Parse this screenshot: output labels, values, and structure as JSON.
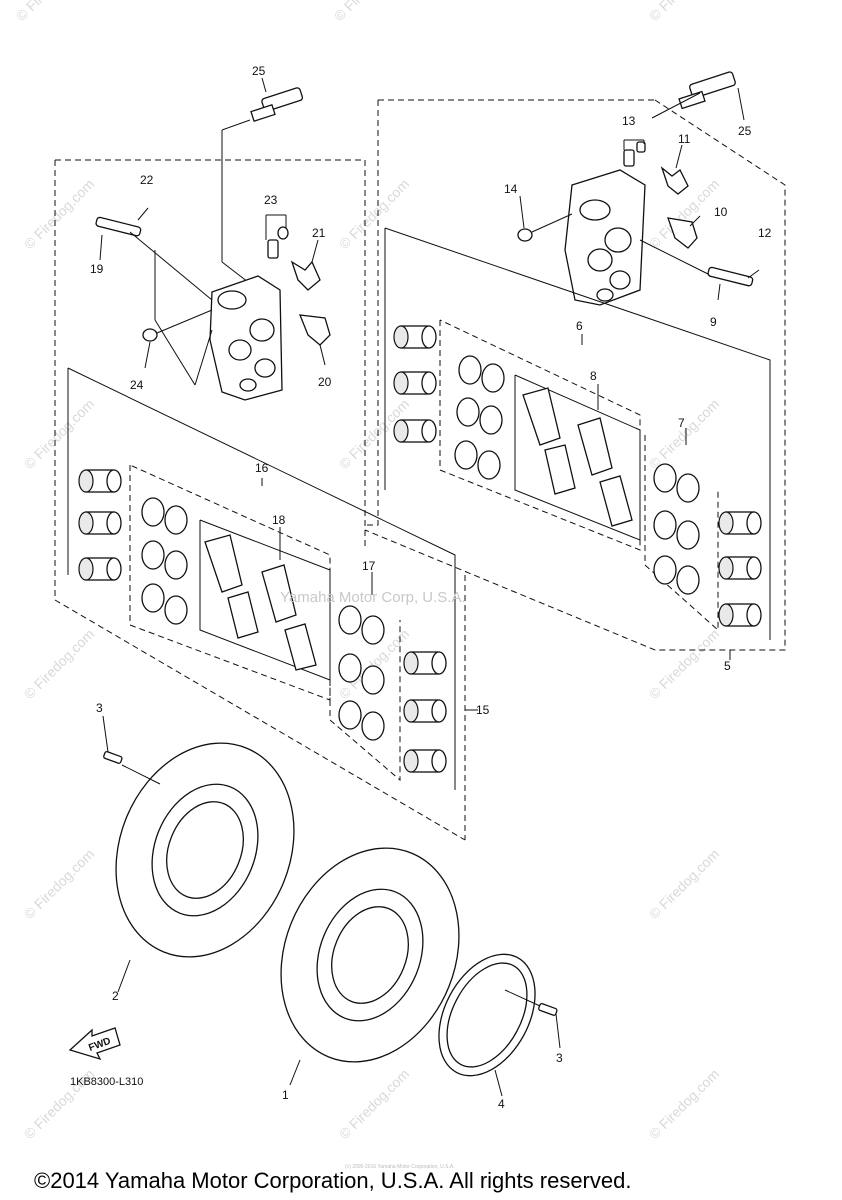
{
  "diagram": {
    "part_numbers": [
      {
        "id": "p25a",
        "text": "25"
      },
      {
        "id": "p25b",
        "text": "25"
      },
      {
        "id": "p22",
        "text": "22"
      },
      {
        "id": "p19",
        "text": "19"
      },
      {
        "id": "p23",
        "text": "23"
      },
      {
        "id": "p21",
        "text": "21"
      },
      {
        "id": "p24",
        "text": "24"
      },
      {
        "id": "p20",
        "text": "20"
      },
      {
        "id": "p13",
        "text": "13"
      },
      {
        "id": "p11",
        "text": "11"
      },
      {
        "id": "p14",
        "text": "14"
      },
      {
        "id": "p10",
        "text": "10"
      },
      {
        "id": "p12",
        "text": "12"
      },
      {
        "id": "p9",
        "text": "9"
      },
      {
        "id": "p6",
        "text": "6"
      },
      {
        "id": "p8",
        "text": "8"
      },
      {
        "id": "p7",
        "text": "7"
      },
      {
        "id": "p5",
        "text": "5"
      },
      {
        "id": "p16",
        "text": "16"
      },
      {
        "id": "p18",
        "text": "18"
      },
      {
        "id": "p17",
        "text": "17"
      },
      {
        "id": "p15",
        "text": "15"
      },
      {
        "id": "p3a",
        "text": "3"
      },
      {
        "id": "p3b",
        "text": "3"
      },
      {
        "id": "p2",
        "text": "2"
      },
      {
        "id": "p1",
        "text": "1"
      },
      {
        "id": "p4",
        "text": "4"
      }
    ],
    "fwd_label": "FWD",
    "reference_code": "1KB8300-L310",
    "center_watermark": "Yamaha Motor Corp, U.S.A.",
    "site_watermark": "© Firedog.com",
    "fine_print": "(c) 2005-2016 Yamaha Motor Corporation, U.S.A.",
    "copyright": "©2014 Yamaha Motor Corporation, U.S.A. All rights reserved."
  }
}
